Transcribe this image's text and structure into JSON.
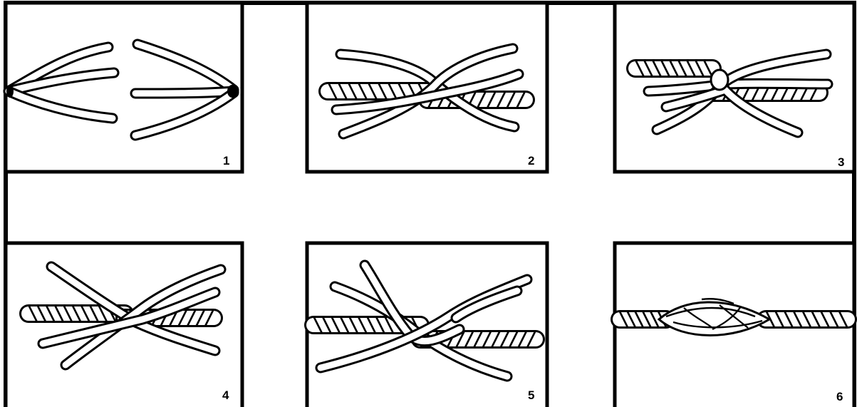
{
  "figure": {
    "panels": [
      {
        "label": "1"
      },
      {
        "label": "2"
      },
      {
        "label": "3"
      },
      {
        "label": "4"
      },
      {
        "label": "5"
      },
      {
        "label": "6"
      }
    ]
  }
}
